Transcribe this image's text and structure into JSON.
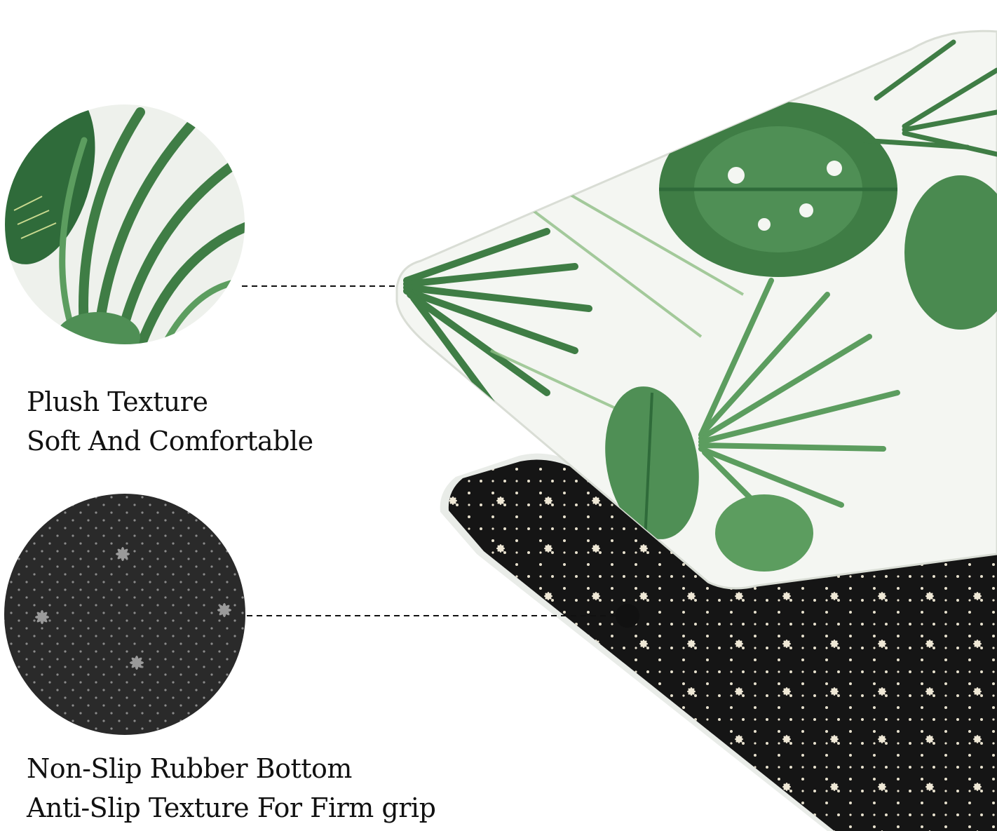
{
  "features": [
    {
      "title": "Plush Texture",
      "subtitle": "Soft And Comfortable",
      "swatch": "leaf-texture-circle"
    },
    {
      "title": "Non-Slip Rubber Bottom",
      "subtitle": "Anti-Slip Texture For Firm grip",
      "swatch": "rubber-dot-texture-circle"
    }
  ],
  "colors": {
    "leaf_dark": "#2f6b3a",
    "leaf_mid": "#4f8f55",
    "leaf_light": "#8fbf85",
    "mat_bg": "#f4f6f2",
    "rubber": "#151515",
    "rubber_dot": "#e9e2cf",
    "caption_text": "#111111"
  }
}
